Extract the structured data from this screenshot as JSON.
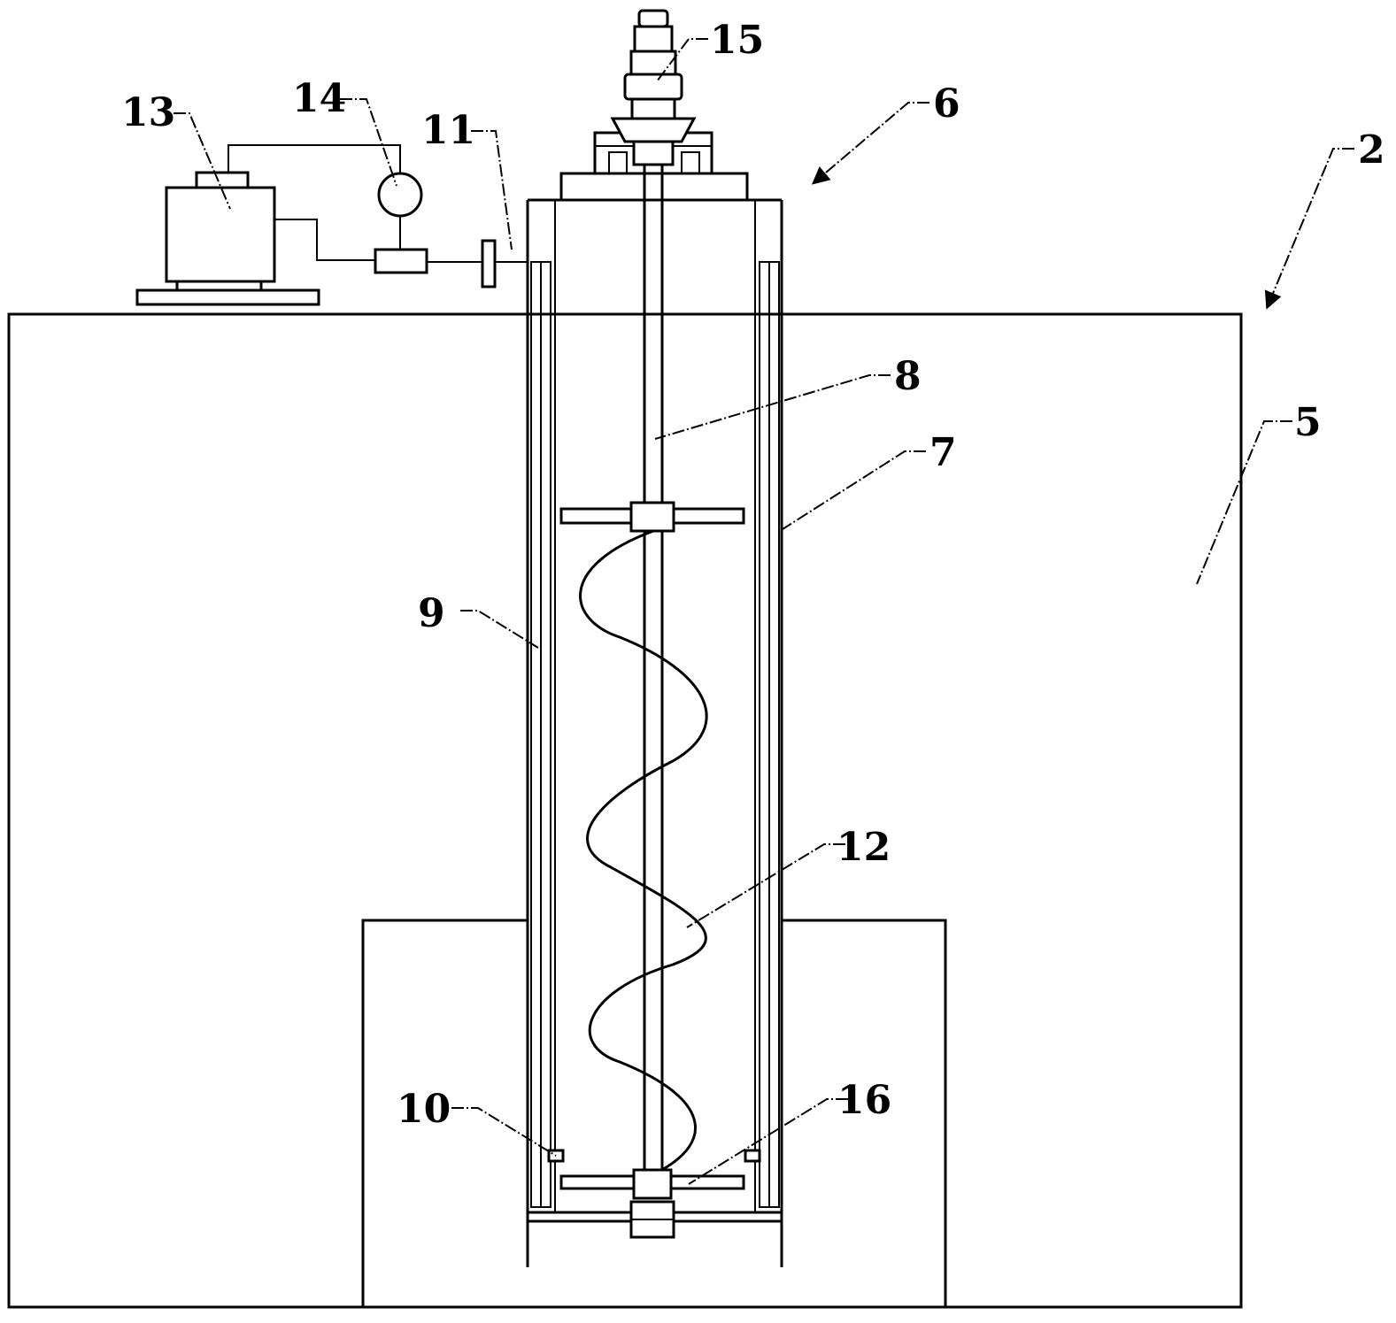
{
  "labels": {
    "l2": "2",
    "l5": "5",
    "l6": "6",
    "l7": "7",
    "l8": "8",
    "l9": "9",
    "l10": "10",
    "l11": "11",
    "l12": "12",
    "l13": "13",
    "l14": "14",
    "l15": "15",
    "l16": "16"
  }
}
